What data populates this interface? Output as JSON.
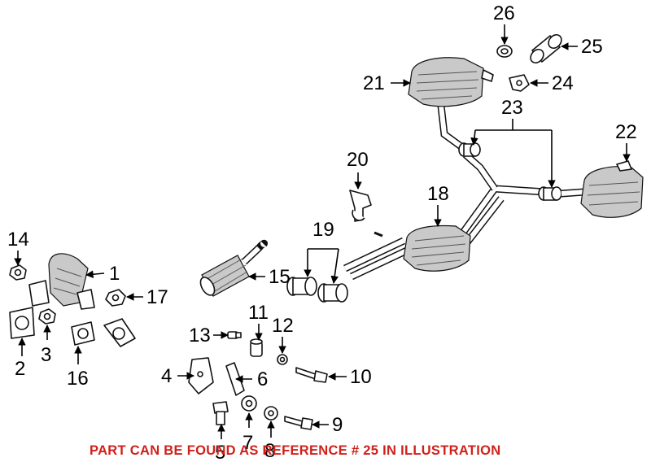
{
  "diagram": {
    "labels": [
      "1",
      "2",
      "3",
      "4",
      "5",
      "6",
      "7",
      "8",
      "9",
      "10",
      "11",
      "12",
      "13",
      "14",
      "15",
      "16",
      "17",
      "18",
      "19",
      "20",
      "21",
      "22",
      "23",
      "24",
      "25",
      "26"
    ],
    "note": "PART CAN BE FOUND AS REFERENCE # 25 IN ILLUSTRATION",
    "note_color": "#d0201a",
    "line_color": "#000000"
  }
}
